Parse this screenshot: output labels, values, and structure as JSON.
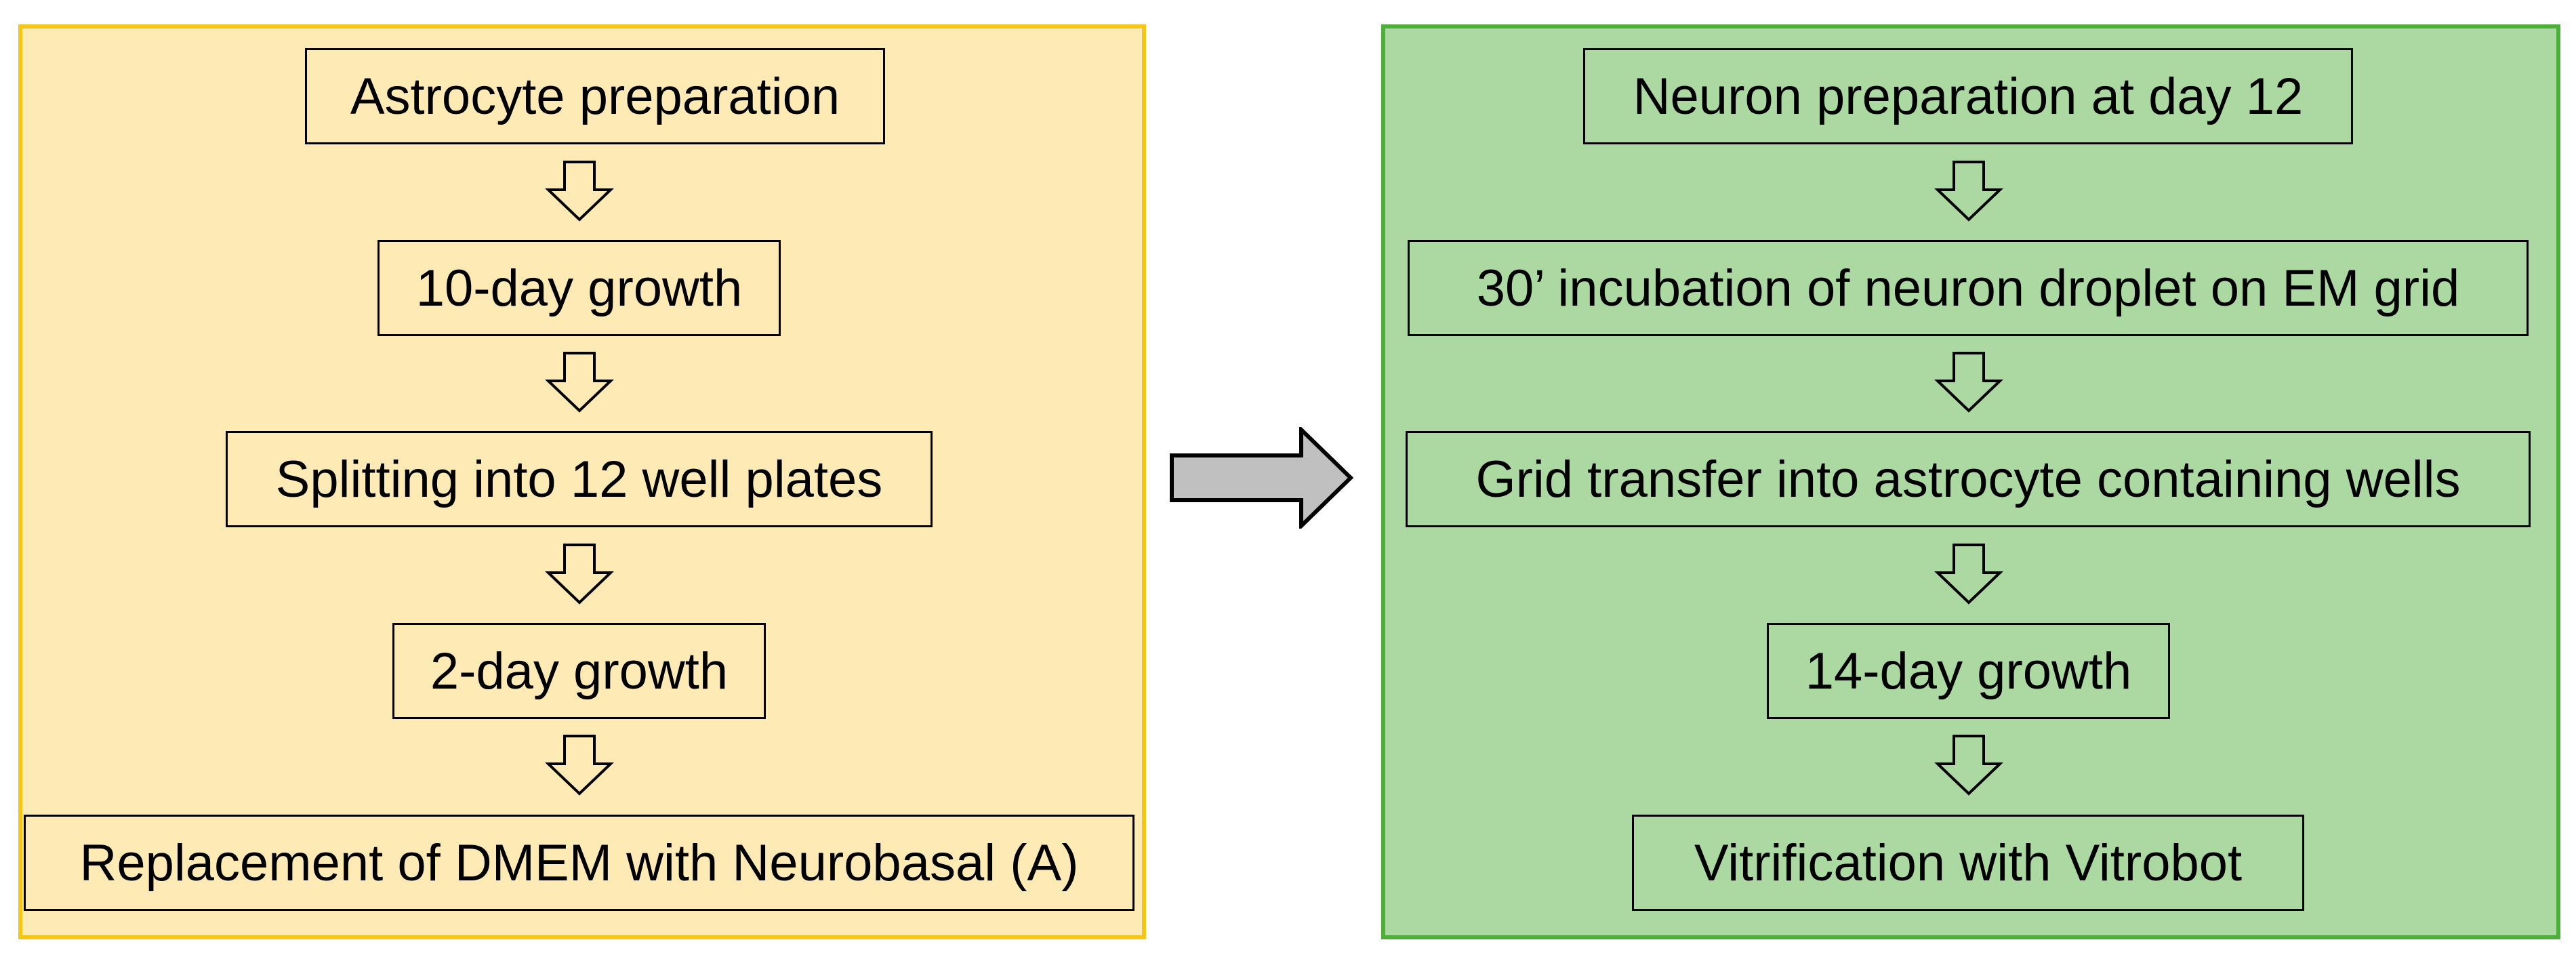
{
  "left_panel": {
    "steps": [
      "Astrocyte preparation",
      "10-day growth",
      "Splitting into 12 well plates",
      "2-day growth",
      "Replacement of DMEM with Neurobasal (A)"
    ]
  },
  "right_panel": {
    "steps": [
      "Neuron preparation at day 12",
      "30’ incubation of neuron droplet on EM grid",
      "Grid transfer into astrocyte containing wells",
      "14-day growth",
      "Vitrification with Vitrobot"
    ]
  },
  "colors": {
    "left_fill": "#fdeab4",
    "left_border": "#f5c518",
    "right_fill": "#acd9a2",
    "right_border": "#4caf3a",
    "transition_arrow": "#c0c0c0"
  },
  "icons": {
    "step_arrow": "down-outline-arrow-icon",
    "transition_arrow": "right-block-arrow-icon"
  }
}
